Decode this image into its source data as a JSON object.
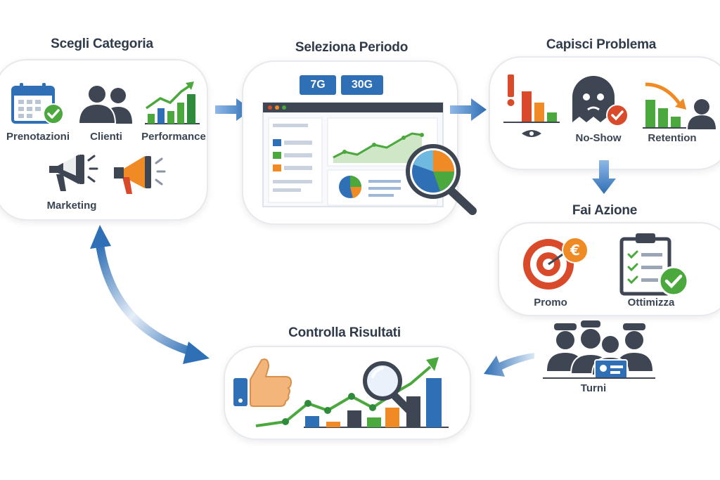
{
  "colors": {
    "blue": "#2f6fb5",
    "green": "#4aa83c",
    "orange": "#f08a24",
    "red": "#d94a2b",
    "dark": "#3d4652"
  },
  "step1": {
    "title": "Scegli Categoria",
    "items": [
      "Prenotazioni",
      "Clienti",
      "Performance",
      "Marketing"
    ]
  },
  "step2": {
    "title": "Seleziona Periodo",
    "period_options": [
      "7G",
      "30G"
    ]
  },
  "step3": {
    "title": "Capisci Problema",
    "items": [
      "No-Show",
      "Retention"
    ]
  },
  "step4": {
    "title": "Fai Azione",
    "items": [
      "Promo",
      "Ottimizza",
      "Turni"
    ]
  },
  "step5": {
    "title": "Controlla Risultati"
  }
}
